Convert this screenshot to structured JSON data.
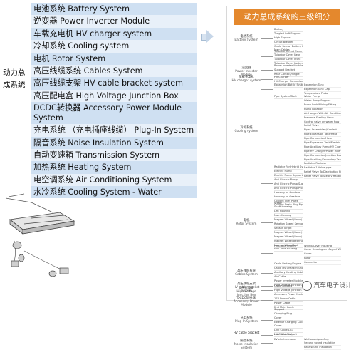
{
  "left_list": {
    "group_label": "动力总成系统",
    "rows": [
      "电池系统 Battery System",
      "逆变器 Power Inverter Module",
      "车载充电机 HV charger system",
      "冷却系统 Cooling system",
      "电机 Rotor System",
      "高压线缆系统 Cables System",
      "高压线缆支架 HV cable bracket system",
      "高压配电盒 High Voltage Junction Box",
      "DCDC转换器 Accessory Power Module System",
      "充电系统 （充电插座线缆） Plug-In System",
      "隔音系统 Noise Insulation System",
      "自动变速箱 Transmission System",
      "加热系统 Heating System",
      "电空调系统 Air Conditioning System",
      "水冷系统 Cooling System - Water"
    ]
  },
  "panel": {
    "title": "动力总成系统的三级细分",
    "systems": [
      {
        "cn": "电池系统",
        "en": "Battery System",
        "items": [
          "Battery",
          "Tangled Soft Support",
          "High Support",
          "Circuit Breaker",
          "Cable Sensor Battery Harness",
          "Main Cables"
        ]
      },
      {
        "cn": "",
        "en": "",
        "items": [
          "Tailorbar Circuit Cover",
          "Tailorbar Cover Rear",
          "Tailorbar Cover Front",
          "Tailorbar Cover Forten"
        ]
      },
      {
        "cn": "逆变器",
        "en": "Power Inverter Module",
        "items": [
          "Power Inverter Module/Connector",
          "Support Bracket",
          "Rear Contact/Single"
        ]
      },
      {
        "cn": "车载充电机",
        "en": "HV charger system",
        "items": [
          "HV Charger",
          "HV Charger Connector"
        ]
      },
      {
        "cn": "",
        "en": "",
        "items": [
          "Expansion Bottle System"
        ],
        "sub": [
          "Expansion Tank",
          "Expansion Tank Cap",
          "Temperature Probe"
        ]
      },
      {
        "cn": "冷却系统",
        "en": "Cooling system",
        "items": [
          "Pipe System/Duct"
        ],
        "sub": [
          "Water Pump",
          "Water Pump Support",
          "Pump Lock/Sliding Fitting",
          "Pump Location",
          "Air Hanger With Air Conditioning",
          "Prevents Sterling Valve",
          "Control valve on water flow",
          "Relief Valve",
          "Pipes Assemblies/Coolant",
          "Pipe Expansion Tank/Heat",
          "Pipe Connection/Hose",
          "Pipe Expansion Tank/Electric Pump",
          "Pipe Auxiliary Pump/HV Charger",
          "Pipe HV Charger/Power Inverter",
          "Pipe Connection/Junction Box",
          "Pipe Auxiliary/Secondary Tank",
          "Radiator Radiator",
          "Radiator 1 Valve pipe",
          "Relief Valve To Distribution Pipe",
          "Relief Valve To Steady Heater Pipe"
        ]
      },
      {
        "cn": "",
        "en": "",
        "items": [
          "Radiator For Hybrid System",
          "Electric Pump",
          "Electric Pump Support",
          "Anti Electric Pump",
          "Anti Electric Pump Support",
          "Anti Electric Pump Protection",
          "Housing on Gearbox",
          "Housing on Gearbox",
          "Coolant Inlet Pipes",
          "Coolant Drain Plug Pipes"
        ]
      },
      {
        "cn": "电机",
        "en": "Rotor System",
        "items": [
          "Stator",
          "Shaft Housing",
          "Left Housing",
          "Main Housing",
          "Magnet Wheel (Rotor)",
          "Rotation Speed Sensor",
          "Sensor Target",
          "Magnet Wheel (Rotor) Front Bearing",
          "Magnet Wheel (Rotor) Rear Bearing",
          "Magnet Wheel Bearing Nut",
          "Magnet Wheel Nut",
          "HV Cable Housing"
        ]
      },
      {
        "cn": "",
        "en": "",
        "items": [
          "HV Cable System"
        ],
        "sub": [
          "Wiring/Cover Housing",
          "Cover Housing on Magnet Wheel",
          "Cover",
          "Rotor",
          "Connector"
        ]
      },
      {
        "cn": "高压线缆系统",
        "en": "Cables System",
        "items": [
          "Cable Battery/Engine",
          "Cable HV Charger/Junction Box",
          "Auxiliary Heating Cable",
          "Air Cable",
          "Power Inverter Module/Connector Main",
          "High Voltage Junction Box Connector"
        ]
      },
      {
        "cn": "高压线缆支架",
        "en": "HV cable bracket system",
        "items": [
          "Cable Bracket"
        ]
      },
      {
        "cn": "高压配电盒",
        "en": "High Voltage Junction Box",
        "items": [
          "High Voltage Junction Box"
        ]
      },
      {
        "cn": "DCDC转换器",
        "en": "Accessory Power Module",
        "items": [
          "Accessory Power Module",
          "12V Power Cable",
          "Power Cable",
          "2nd Main Cable"
        ]
      },
      {
        "cn": "充电系统",
        "en": "Plug-In System",
        "items": [
          "Support",
          "Charging Plug",
          "Cover",
          "Exterior Charging Cable",
          "Cover",
          "Link Cable LIG",
          "Link Cable HV"
        ]
      },
      {
        "cn": "HV cable bracket",
        "en": "",
        "items": [
          "HV Cable Support"
        ]
      },
      {
        "cn": "隔音系统",
        "en": "Noise Insulation System",
        "items": [
          "EV electric motor"
        ],
        "sub": [
          "Wall soundproofing",
          "Second sound insulation",
          "Rear sound insulation"
        ]
      }
    ]
  },
  "watermark": "汽车电子设计"
}
